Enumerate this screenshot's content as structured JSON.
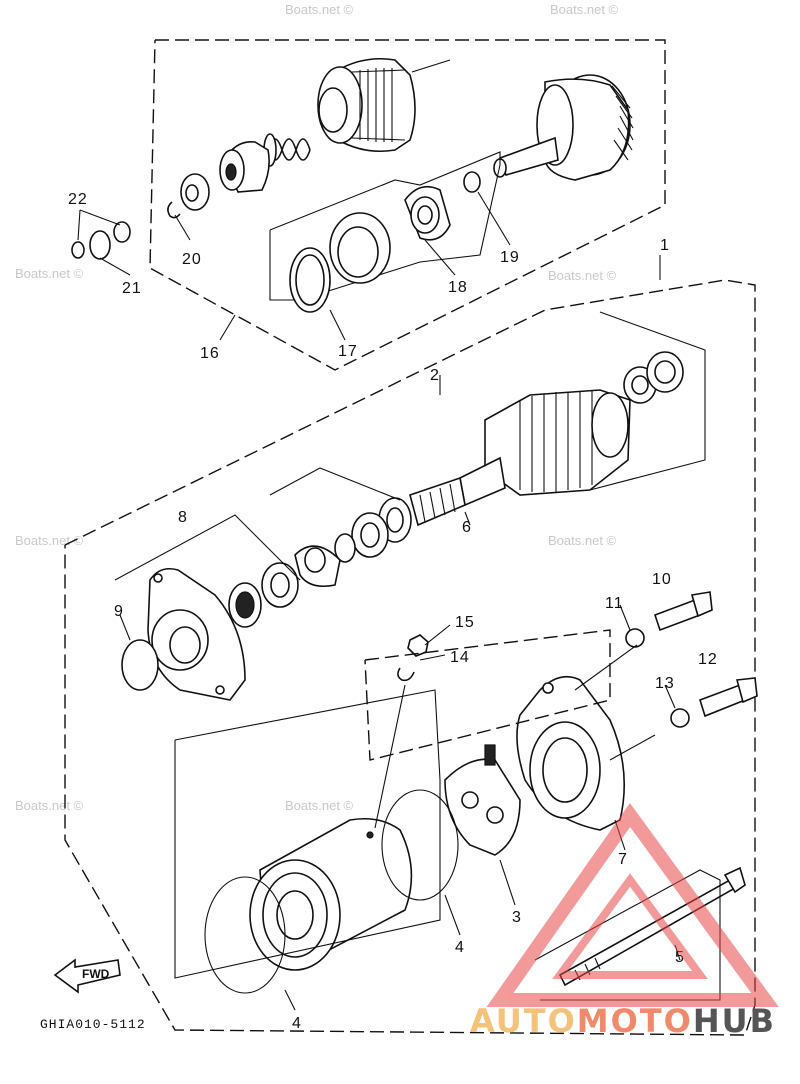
{
  "diagram_code": "GHIA010-5112",
  "callouts": {
    "c1": "1",
    "c2": "2",
    "c3": "3",
    "c4a": "4",
    "c4b": "4",
    "c5": "5",
    "c6": "6",
    "c7": "7",
    "c8": "8",
    "c9": "9",
    "c10": "10",
    "c11": "11",
    "c12": "12",
    "c13": "13",
    "c14": "14",
    "c15": "15",
    "c16": "16",
    "c17": "17",
    "c18": "18",
    "c19": "19",
    "c20": "20",
    "c21": "21",
    "c22": "22"
  },
  "direction_label": "FWD",
  "watermark": "Boats.net ©",
  "logo": {
    "part1": "AUTO",
    "part2": "MOTO",
    "part3": "HUB",
    "color_light": "#f4c27a",
    "color_mid": "#f08a6a",
    "color_dark": "#555555",
    "accent": "#e84848"
  }
}
